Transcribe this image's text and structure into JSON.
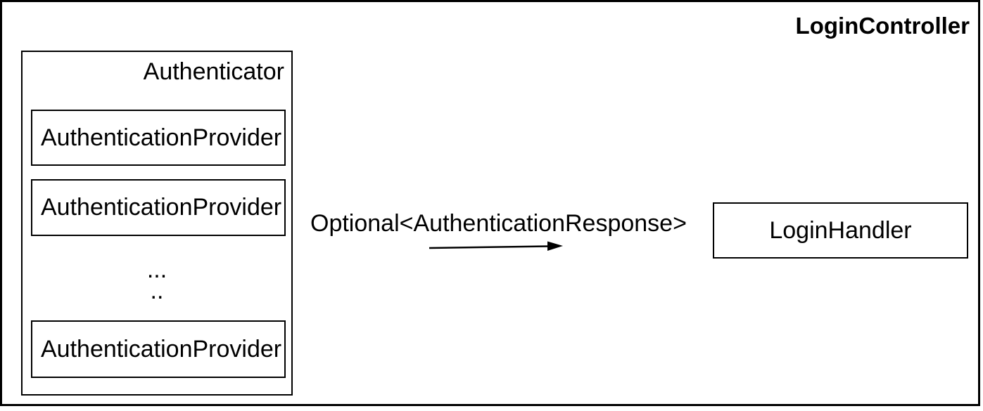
{
  "diagram": {
    "container_title": "LoginController",
    "authenticator": {
      "title": "Authenticator",
      "providers": [
        "AuthenticationProvider",
        "AuthenticationProvider",
        "AuthenticationProvider"
      ],
      "ellipsis_line1": "...",
      "ellipsis_line2": ".."
    },
    "arrow": {
      "label": "Optional<AuthenticationResponse>",
      "direction": "right"
    },
    "handler": {
      "title": "LoginHandler"
    },
    "colors": {
      "border": "#000000",
      "background": "#ffffff",
      "text": "#000000"
    }
  }
}
